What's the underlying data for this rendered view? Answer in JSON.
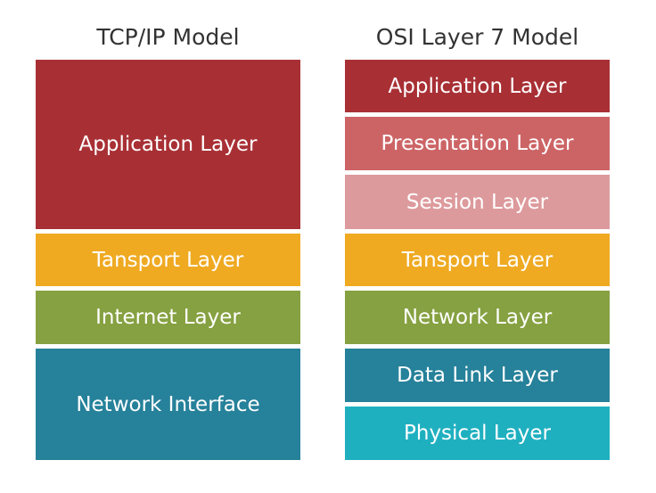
{
  "tcp_model": {
    "title": "TCP/IP Model",
    "layers": [
      {
        "label": "Application Layer",
        "color": "#a83035"
      },
      {
        "label": "Tansport Layer",
        "color": "#efaa22"
      },
      {
        "label": "Internet Layer",
        "color": "#86a141"
      },
      {
        "label": "Network Interface",
        "color": "#26819a"
      }
    ]
  },
  "osi_model": {
    "title": "OSI Layer 7 Model",
    "layers": [
      {
        "label": "Application Layer",
        "color": "#a83035"
      },
      {
        "label": "Presentation Layer",
        "color": "#cc6466"
      },
      {
        "label": "Session Layer",
        "color": "#dd9a9c"
      },
      {
        "label": "Tansport Layer",
        "color": "#efaa22"
      },
      {
        "label": "Network Layer",
        "color": "#86a141"
      },
      {
        "label": "Data Link Layer",
        "color": "#26819a"
      },
      {
        "label": "Physical Layer",
        "color": "#1fb0c0"
      }
    ]
  }
}
